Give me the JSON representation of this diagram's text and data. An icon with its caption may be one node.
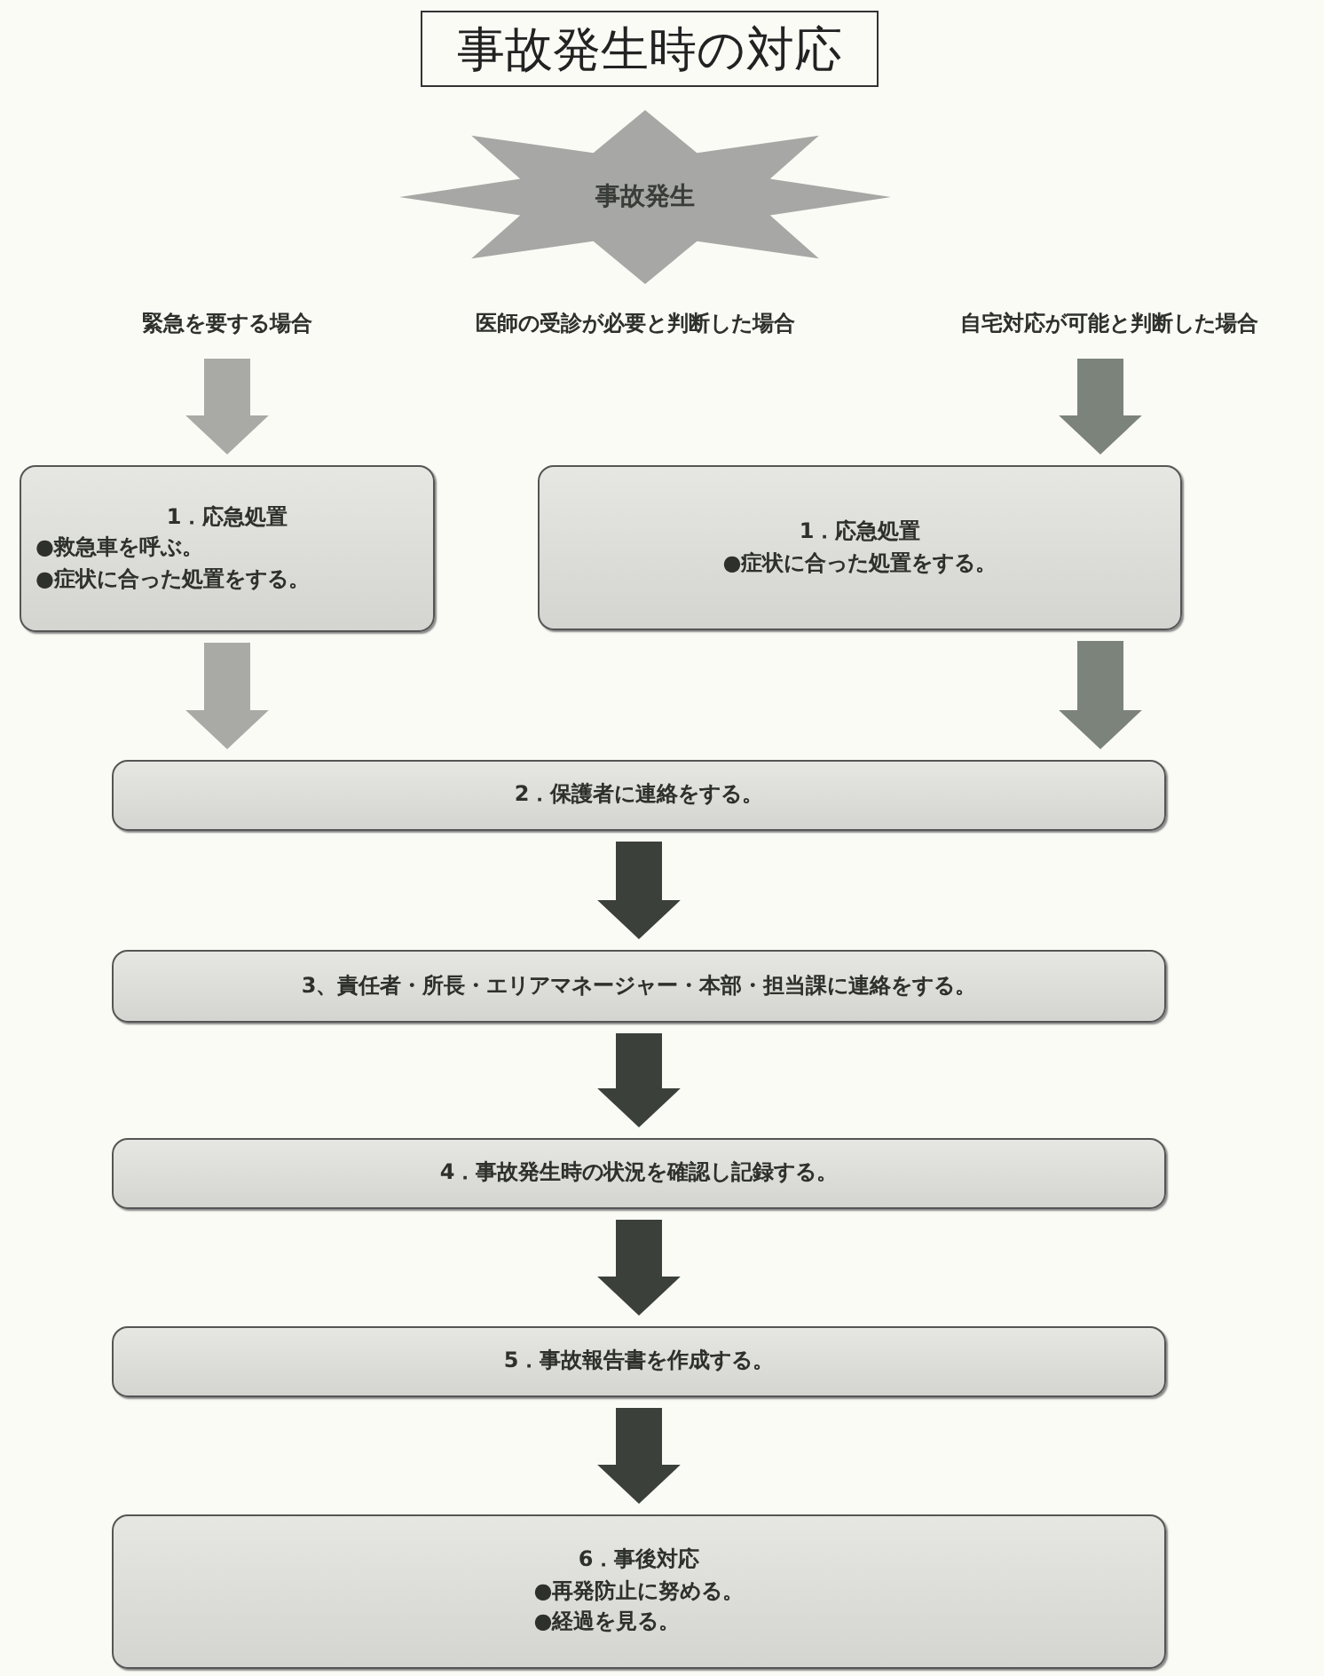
{
  "diagram": {
    "title": "事故発生時の対応",
    "nodes": [
      {
        "text": [
          "事故発生"
        ]
      },
      {
        "text": [
          "緊急を要する場合"
        ]
      },
      {
        "text": [
          "医師の受診が必要と判断した場合"
        ]
      },
      {
        "text": [
          "自宅対応が可能と判断した場合"
        ]
      },
      {
        "text": [
          "1．応急処置",
          "●救急車を呼ぶ。",
          "●症状に合った処置をする。"
        ]
      },
      {
        "text": [
          "1．応急処置",
          "●症状に合った処置をする。"
        ]
      },
      {
        "text": [
          "2．保護者に連絡をする。"
        ]
      },
      {
        "text": [
          "3、責任者・所長・エリアマネージャー・本部・担当課に連絡をする。"
        ]
      },
      {
        "text": [
          "4．事故発生時の状況を確認し記録する。"
        ]
      },
      {
        "text": [
          "5．事故報告書を作成する。"
        ]
      },
      {
        "text": [
          "6．事後対応",
          "●再発防止に努める。",
          "●経過を見る。"
        ]
      }
    ],
    "edges": [
      {
        "from": 1,
        "to": 4,
        "arrow": "to",
        "color": "#a9aaa6"
      },
      {
        "from": 3,
        "to": 5,
        "arrow": "to",
        "color": "#7c837b"
      },
      {
        "from": 4,
        "to": 6,
        "arrow": "to",
        "color": "#a9aaa6"
      },
      {
        "from": 5,
        "to": 6,
        "arrow": "to",
        "color": "#7c837b"
      },
      {
        "from": 6,
        "to": 7,
        "arrow": "to"
      },
      {
        "from": 7,
        "to": 8,
        "arrow": "to"
      },
      {
        "from": 8,
        "to": 9,
        "arrow": "to"
      },
      {
        "from": 9,
        "to": 10,
        "arrow": "to"
      }
    ]
  }
}
